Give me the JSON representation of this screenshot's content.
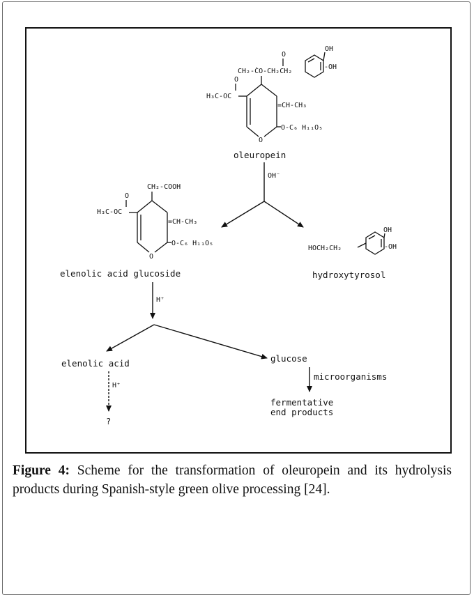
{
  "labels": {
    "oleuropein": "oleuropein",
    "elenolic_glucoside": "elenolic acid glucoside",
    "hydroxytyrosol": "hydroxytyrosol",
    "elenolic_acid": "elenolic acid",
    "glucose": "glucose",
    "microorganisms": "microorganisms",
    "ferm_line1": "fermentative",
    "ferm_line2": "end products",
    "unknown": "?"
  },
  "reagents": {
    "oh": "OH⁻",
    "h1": "H⁺",
    "h2": "H⁺"
  },
  "structures": {
    "ol_side": "CH₂-ĊO-CH₂CH₂",
    "ol_o": "O",
    "ol_oh1": "OH",
    "ol_oh2": "-OH",
    "ol_ester": "H₃C-OC",
    "ol_o2": "O",
    "ol_ethylidene": "=CH-CH₃",
    "ol_glyc": "O-C₆ H₁₁O₅",
    "ol_ring_o": "O",
    "eg_cooh": "CH₂-COOH",
    "eg_o": "O",
    "eg_ester": "H₃C-OC",
    "eg_ethylidene": "=CH-CH₃",
    "eg_glyc": "O-C₆ H₁₁O₅",
    "eg_ring_o": "O",
    "ht_hoch": "HOCH₂CH₂",
    "ht_oh1": "OH",
    "ht_oh2": "-OH"
  },
  "caption": {
    "label": "Figure 4:",
    "text": " Scheme for the transformation of oleuropein and its hydrolysis products during Spanish-style green olive processing [24]."
  }
}
